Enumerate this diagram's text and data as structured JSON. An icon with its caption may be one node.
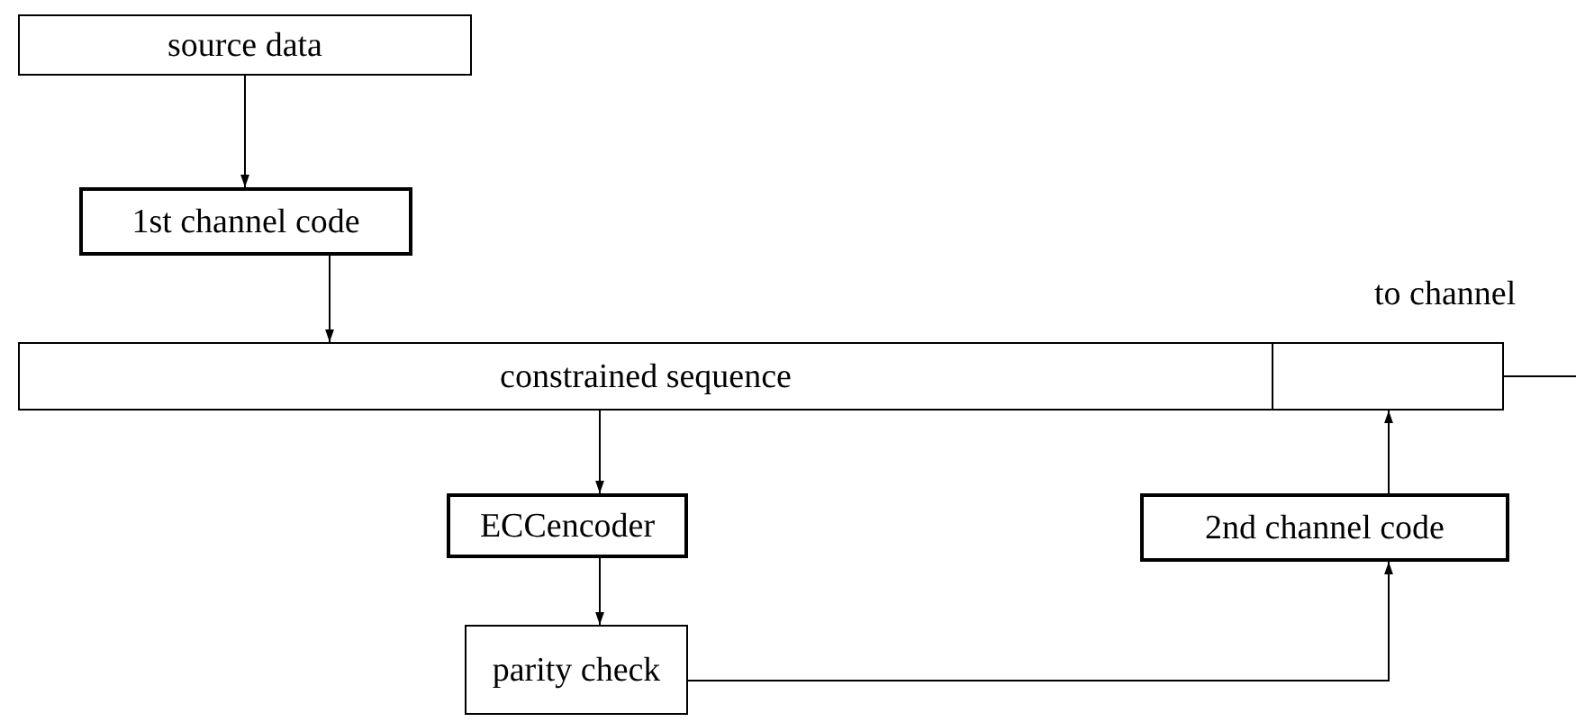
{
  "diagram": {
    "nodes": [
      {
        "text": [
          "source data"
        ]
      },
      {
        "text": [
          "1st channel code"
        ]
      },
      {
        "text": [
          "constrained sequence"
        ]
      },
      {
        "text": [],
        "shape": "box"
      },
      {
        "text": [
          "ECCencoder"
        ]
      },
      {
        "text": [
          "2nd channel code"
        ]
      },
      {
        "text": [
          "parity check"
        ]
      }
    ],
    "edges": [
      {
        "from": 0,
        "to": 1,
        "arrow": "to"
      },
      {
        "from": 1,
        "to": 2,
        "arrow": "to"
      },
      {
        "from": 2,
        "to": 4,
        "arrow": "to"
      },
      {
        "from": 4,
        "to": 6,
        "arrow": "to"
      },
      {
        "from": 6,
        "to": 5,
        "arrow": "to"
      },
      {
        "from": 5,
        "to": 3,
        "arrow": "to"
      },
      {
        "from": 3,
        "to": null,
        "arrow": "none",
        "label": "to channel"
      }
    ]
  }
}
